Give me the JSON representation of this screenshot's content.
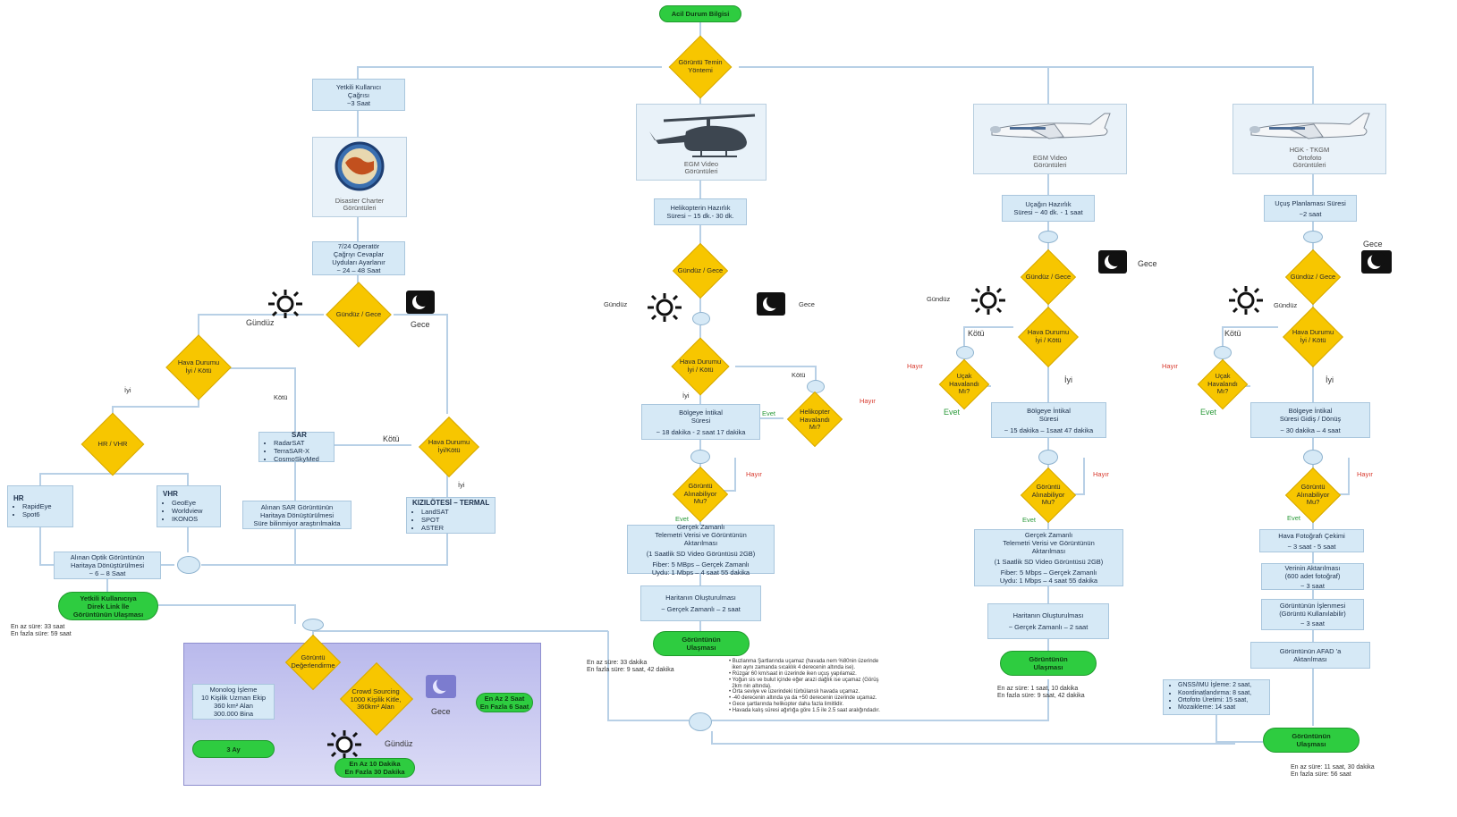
{
  "top": {
    "start": "Acil Durum Bilgisi",
    "method": "Görüntü Temin Yöntemi"
  },
  "left": {
    "yetkili": [
      "Yetkili Kullanıcı",
      "Çağrısı",
      "~3 Saat"
    ],
    "charter_caption": [
      "Disaster Charter",
      "Görüntüleri"
    ],
    "operator": [
      "7/24 Operatör",
      "Çağrıyı Cevaplar",
      "Uyduları Ayarlanır",
      "~ 24 – 48 Saat"
    ],
    "gunduz_gece": "Gündüz / Gece",
    "gunduz": "Gündüz",
    "gece": "Gece",
    "hava": [
      "Hava Durumu",
      "İyi / Kötü"
    ],
    "iyi": "İyi",
    "kotu": "Kötü",
    "kotu_big": "Kötü",
    "hr_vhr": "HR / VHR",
    "hr_title": "HR",
    "hr_items": [
      "RapidEye",
      "Spot6"
    ],
    "vhr_title": "VHR",
    "vhr_items": [
      "GeoEye",
      "Worldview",
      "IKONOS"
    ],
    "sar_title": "SAR",
    "sar_items": [
      "RadarSAT",
      "TerraSAR-X",
      "CosmoSkyMed"
    ],
    "sar_map": [
      "Alınan SAR Görüntünün",
      "Haritaya Dönüştürülmesi",
      "Süre bilinmiyor araştırılmakta"
    ],
    "hava2": [
      "Hava Durumu",
      "İyi/Kötü"
    ],
    "iyi2": "İyi",
    "termal_title": "KIZILÖTESİ – TERMAL",
    "termal_items": [
      "LandSAT",
      "SPOT",
      "ASTER"
    ],
    "optik": [
      "Alınan Optik Görüntünün",
      "Haritaya Dönüştürülmesi",
      "~ 6 – 8 Saat"
    ],
    "ulasma": [
      "Yetkili Kullanıcıya",
      "Direk Link İle",
      "Görüntünün Ulaşması"
    ],
    "sure": [
      "En az süre: 33 saat",
      "En fazla süre: 59 saat"
    ]
  },
  "crowd": {
    "degerlendirme": [
      "Görüntü",
      "Değerlendirme"
    ],
    "monolog": [
      "Monolog İşleme",
      "10 Kişilik Uzman Ekip",
      "360 km² Alan",
      "300.000 Bina"
    ],
    "ay": "3 Ay",
    "crowd": [
      "Crowd Sourcing",
      "1000 Kişilik Kitle,",
      "360km² Alan"
    ],
    "gece": "Gece",
    "gunduz": "Gündüz",
    "ensaat": [
      "En Az 2 Saat",
      "En Fazla 6 Saat"
    ],
    "endakika": [
      "En Az 10 Dakika",
      "En Fazla 30 Dakika"
    ]
  },
  "heli": {
    "caption": [
      "EGM Video",
      "Görüntüleri"
    ],
    "hazirlik": [
      "Helikopterin Hazırlık",
      "Süresi ~ 15 dk.- 30 dk."
    ],
    "gunduz_gece": "Gündüz / Gece",
    "gunduz": "Gündüz",
    "gece": "Gece",
    "hava": [
      "Hava Durumu",
      "İyi / Kötü"
    ],
    "kotu": "Kötü",
    "hayir": "Hayır",
    "iyi": "İyi",
    "intikal": [
      "Bölgeye İntikal",
      "Süresi",
      "~ 18 dakika - 2 saat 17 dakika"
    ],
    "evet": "Evet",
    "havalandi": [
      "Helikopter",
      "Havalandı",
      "Mı?"
    ],
    "hayir2": "Hayır",
    "alinabilir": [
      "Görüntü",
      "Alınabiliyor",
      "Mu?"
    ],
    "evet2": "Evet",
    "telemetri": [
      "Gerçek Zamanlı",
      "Telemetri Verisi ve Görüntünün",
      "Aktarılması",
      "(1 Saatlik SD Video Görüntüsü 2GB)",
      "Fiber: 5 MBps – Gerçek Zamanlı",
      "Uydu: 1 Mbps – 4 saat 55 dakika"
    ],
    "harita": [
      "Haritanın Oluşturulması",
      "~ Gerçek Zamanlı – 2 saat"
    ],
    "ulasma": [
      "Görüntünün",
      "Ulaşması"
    ],
    "sure": [
      "En az süre: 33 dakika",
      "En fazla süre: 9 saat, 42 dakika"
    ],
    "notes": [
      "Buzlanma Şartlarında uçamaz (havada nem %80nin üzerinde",
      "iken aynı zamanda sıcaklık 4 derecenin altında ise).",
      "Rüzgar 60 km/saat in üzerinde iken uçuş yapılamaz.",
      "Yoğun sis ve bulut içinde eğer arazi dağlık ise uçamaz (Görüş",
      "2km nin altında).",
      "Orta seviye ve üzerindeki türbülanslı havada uçamaz.",
      "-40 derecenin altında ya da +50 derecenin üzerinde uçamaz.",
      "Gece şartlarında helikopter daha fazla limitlidir.",
      "Havada kalış süresi ağırlığa göre 1.5 ile 2.5 saat aralığındadır."
    ]
  },
  "egm_plane": {
    "caption": [
      "EGM Video",
      "Görüntüleri"
    ],
    "hazirlik": [
      "Uçağın Hazırlık",
      "Süresi ~ 40 dk. - 1 saat"
    ],
    "gunduz_gece": "Gündüz / Gece",
    "gece": "Gece",
    "gunduz": "Gündüz",
    "hava": [
      "Hava Durumu",
      "İyi / Kötü"
    ],
    "kotu": "Kötü",
    "hayir": "Hayır",
    "iyi": "İyi",
    "havalandi": [
      "Uçak",
      "Havalandı",
      "Mı?"
    ],
    "evet": "Evet",
    "intikal": [
      "Bölgeye İntikal",
      "Süresi",
      "~ 15 dakika – 1saat 47 dakika"
    ],
    "hayir2": "Hayır",
    "alinabilir": [
      "Görüntü",
      "Alınabiliyor",
      "Mu?"
    ],
    "evet2": "Evet",
    "telemetri": [
      "Gerçek Zamanlı",
      "Telemetri Verisi ve Görüntünün",
      "Aktarılması",
      "(1 Saatlik SD Video Görüntüsü 2GB)",
      "Fiber: 5 Mbps – Gerçek Zamanlı",
      "Uydu: 1 Mbps – 4 saat 55 dakika"
    ],
    "harita": [
      "Haritanın Oluşturulması",
      "~ Gerçek Zamanlı – 2 saat"
    ],
    "ulasma": [
      "Görüntünün",
      "Ulaşması"
    ],
    "sure": [
      "En az süre: 1 saat, 10 dakika",
      "En fazla süre: 9 saat, 42 dakika"
    ]
  },
  "hgk": {
    "caption": [
      "HGK - TKGM",
      "Ortofoto",
      "Görüntüleri"
    ],
    "planlama": [
      "Uçuş Planlaması Süresi",
      "~2 saat"
    ],
    "gece": "Gece",
    "gunduz_gece": "Gündüz / Gece",
    "gunduz": "Gündüz",
    "hava": [
      "Hava Durumu",
      "İyi / Kötü"
    ],
    "kotu": "Kötü",
    "hayir": "Hayır",
    "iyi": "İyi",
    "havalandi": [
      "Uçak",
      "Havalandı",
      "Mı?"
    ],
    "evet": "Evet",
    "intikal": [
      "Bölgeye İntikal",
      "Süresi Gidiş / Dönüş",
      "~ 30 dakika – 4 saat"
    ],
    "hayir2": "Hayır",
    "alinabilir": [
      "Görüntü",
      "Alınabiliyor",
      "Mu?"
    ],
    "evet2": "Evet",
    "cekim": [
      "Hava Fotoğrafı Çekimi",
      "~ 3 saat - 5 saat"
    ],
    "aktarim": [
      "Verinin Aktarılması",
      "(600 adet fotoğraf)",
      "~ 3 saat"
    ],
    "islenme": [
      "Görüntünün İşlenmesi",
      "(Görüntü Kullanılabilir)",
      "~ 3 saat"
    ],
    "afad": [
      "Görüntünün AFAD 'a",
      "Aktarılması"
    ],
    "gnss": [
      "GNSS/IMU İşleme: 2 saat,",
      "Koordinatlandırma: 8 saat,",
      "Ortofoto Üretimi: 15 saat,",
      "Mozaikleme: 14 saat"
    ],
    "ulasma": [
      "Görüntünün",
      "Ulaşması"
    ],
    "sure": [
      "En az süre: 11 saat, 30 dakika",
      "En fazla süre: 56 saat"
    ]
  },
  "colors": {
    "box": "#d6e9f6",
    "diamond": "#f7c600",
    "terminal": "#2ecc40",
    "line": "#b8d0e6",
    "red": "#d83b2f",
    "green": "#2b9a3a"
  }
}
